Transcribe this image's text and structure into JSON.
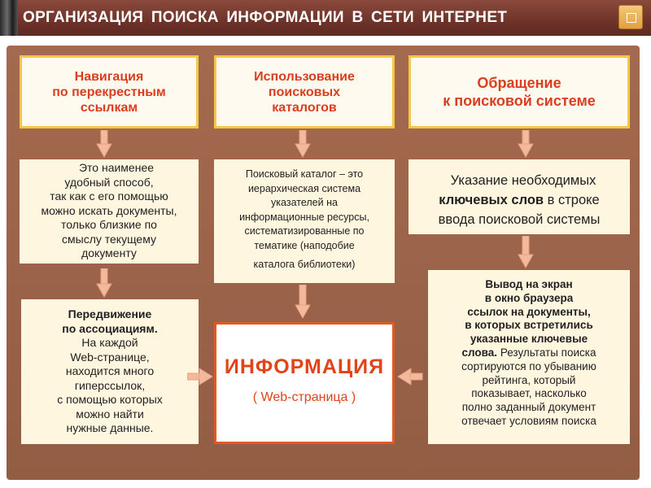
{
  "header": {
    "title": "ОРГАНИЗАЦИЯ  ПОИСКА  ИНФОРМАЦИИ  В  СЕТИ  ИНТЕРНЕТ",
    "home_icon": "home-icon"
  },
  "columns": {
    "left_top": [
      "Навигация",
      "по перекрестным",
      "ссылкам"
    ],
    "center_top": [
      "Использование",
      "поисковых",
      "каталогов"
    ],
    "right_top": [
      "Обращение",
      "к поисковой системе"
    ]
  },
  "left_desc": [
    "Это наименее",
    "удобный способ,",
    "так как с его помощью",
    "можно искать документы,",
    "только близкие по",
    "смыслу текущему",
    "документу"
  ],
  "center_desc": [
    "Поисковый каталог – это",
    "иерархическая система",
    "указателей на",
    "информационные ресурсы,",
    "систематизированные по",
    "тематике (наподобие",
    "каталога библиотеки)"
  ],
  "right_desc": {
    "line1": "Указание необходимых",
    "line2_bold": "ключевых слов",
    "line2_rest": " в строке",
    "line3": "ввода поисковой системы"
  },
  "left_bottom": {
    "bold_lines": [
      "Передвижение",
      "по ассоциациям."
    ],
    "lines": [
      "На каждой",
      "Web-странице,",
      "находится много",
      "гиперссылок,",
      "с помощью которых",
      "можно найти",
      "нужные данные."
    ]
  },
  "info": {
    "title": "ИНФОРМАЦИЯ",
    "subtitle": "( Web-страница )"
  },
  "right_bottom": {
    "bold_lines": [
      "Вывод на экран",
      "в окно браузера",
      "ссылок на документы,",
      "в которых встретились",
      "указанные ключевые"
    ],
    "last_bold": "слова.",
    "last_rest": " Результаты поиска",
    "lines": [
      "сортируются по убыванию",
      "рейтинга, который",
      "показывает, насколько",
      "полно заданный документ",
      "отвечает условиям поиска"
    ]
  },
  "colors": {
    "header": "#6e3329",
    "panel": "#9c6349",
    "box_border": "#f6c64a",
    "title_text": "#d93e1f",
    "info_border": "#e05a26"
  }
}
